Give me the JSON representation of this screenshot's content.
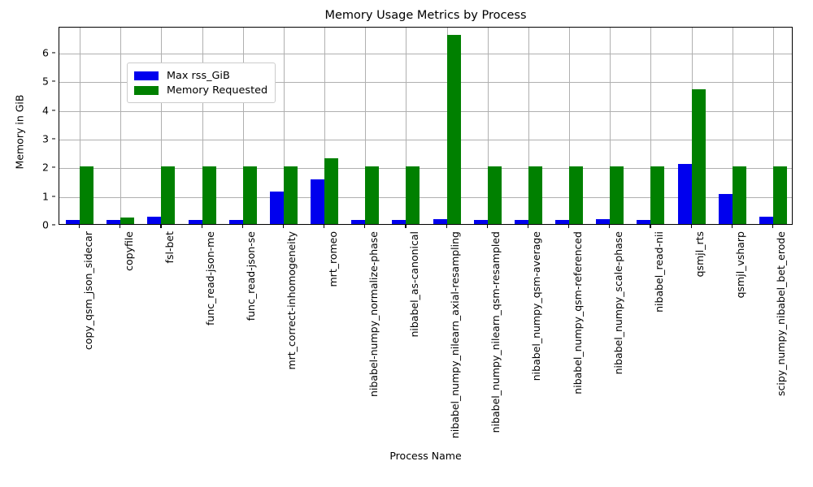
{
  "chart_data": {
    "type": "bar",
    "title": "Memory Usage Metrics by Process",
    "xlabel": "Process Name",
    "ylabel": "Memory in GiB",
    "grid": true,
    "legend_position": "upper left",
    "ylim": [
      0,
      6.9
    ],
    "yticks": [
      0,
      1,
      2,
      3,
      4,
      5,
      6
    ],
    "ytick_labels": [
      "0",
      "1",
      "2",
      "3",
      "4",
      "5",
      "6"
    ],
    "categories": [
      "copy_qsm_json_sidecar",
      "copyfile",
      "fsl-bet",
      "func_read-json-me",
      "func_read-json-se",
      "mrt_correct-inhomogeneity",
      "mrt_romeo",
      "nibabel-numpy_normalize-phase",
      "nibabel_as-canonical",
      "nibabel_numpy_nilearn_axial-resampling",
      "nibabel_numpy_nilearn_qsm-resampled",
      "nibabel_numpy_qsm-average",
      "nibabel_numpy_qsm-referenced",
      "nibabel_numpy_scale-phase",
      "nibabel_read-nii",
      "qsmjl_rts",
      "qsmjl_vsharp",
      "scipy_numpy_nibabel_bet_erode"
    ],
    "series": [
      {
        "name": "Max rss_GiB",
        "color": "#0000ee",
        "values": [
          0.15,
          0.15,
          0.25,
          0.15,
          0.15,
          1.12,
          1.55,
          0.15,
          0.15,
          0.16,
          0.15,
          0.15,
          0.15,
          0.18,
          0.14,
          2.1,
          1.05,
          0.26
        ]
      },
      {
        "name": "Memory Requested",
        "color": "#008000",
        "values": [
          2.0,
          0.22,
          2.0,
          2.0,
          2.0,
          2.0,
          2.28,
          2.0,
          2.0,
          6.6,
          2.0,
          2.0,
          2.0,
          2.0,
          2.0,
          4.7,
          2.0,
          2.0
        ]
      }
    ]
  },
  "legend": {
    "entries": [
      {
        "label": "Max rss_GiB",
        "color": "#0000ee"
      },
      {
        "label": "Memory Requested",
        "color": "#008000"
      }
    ]
  }
}
